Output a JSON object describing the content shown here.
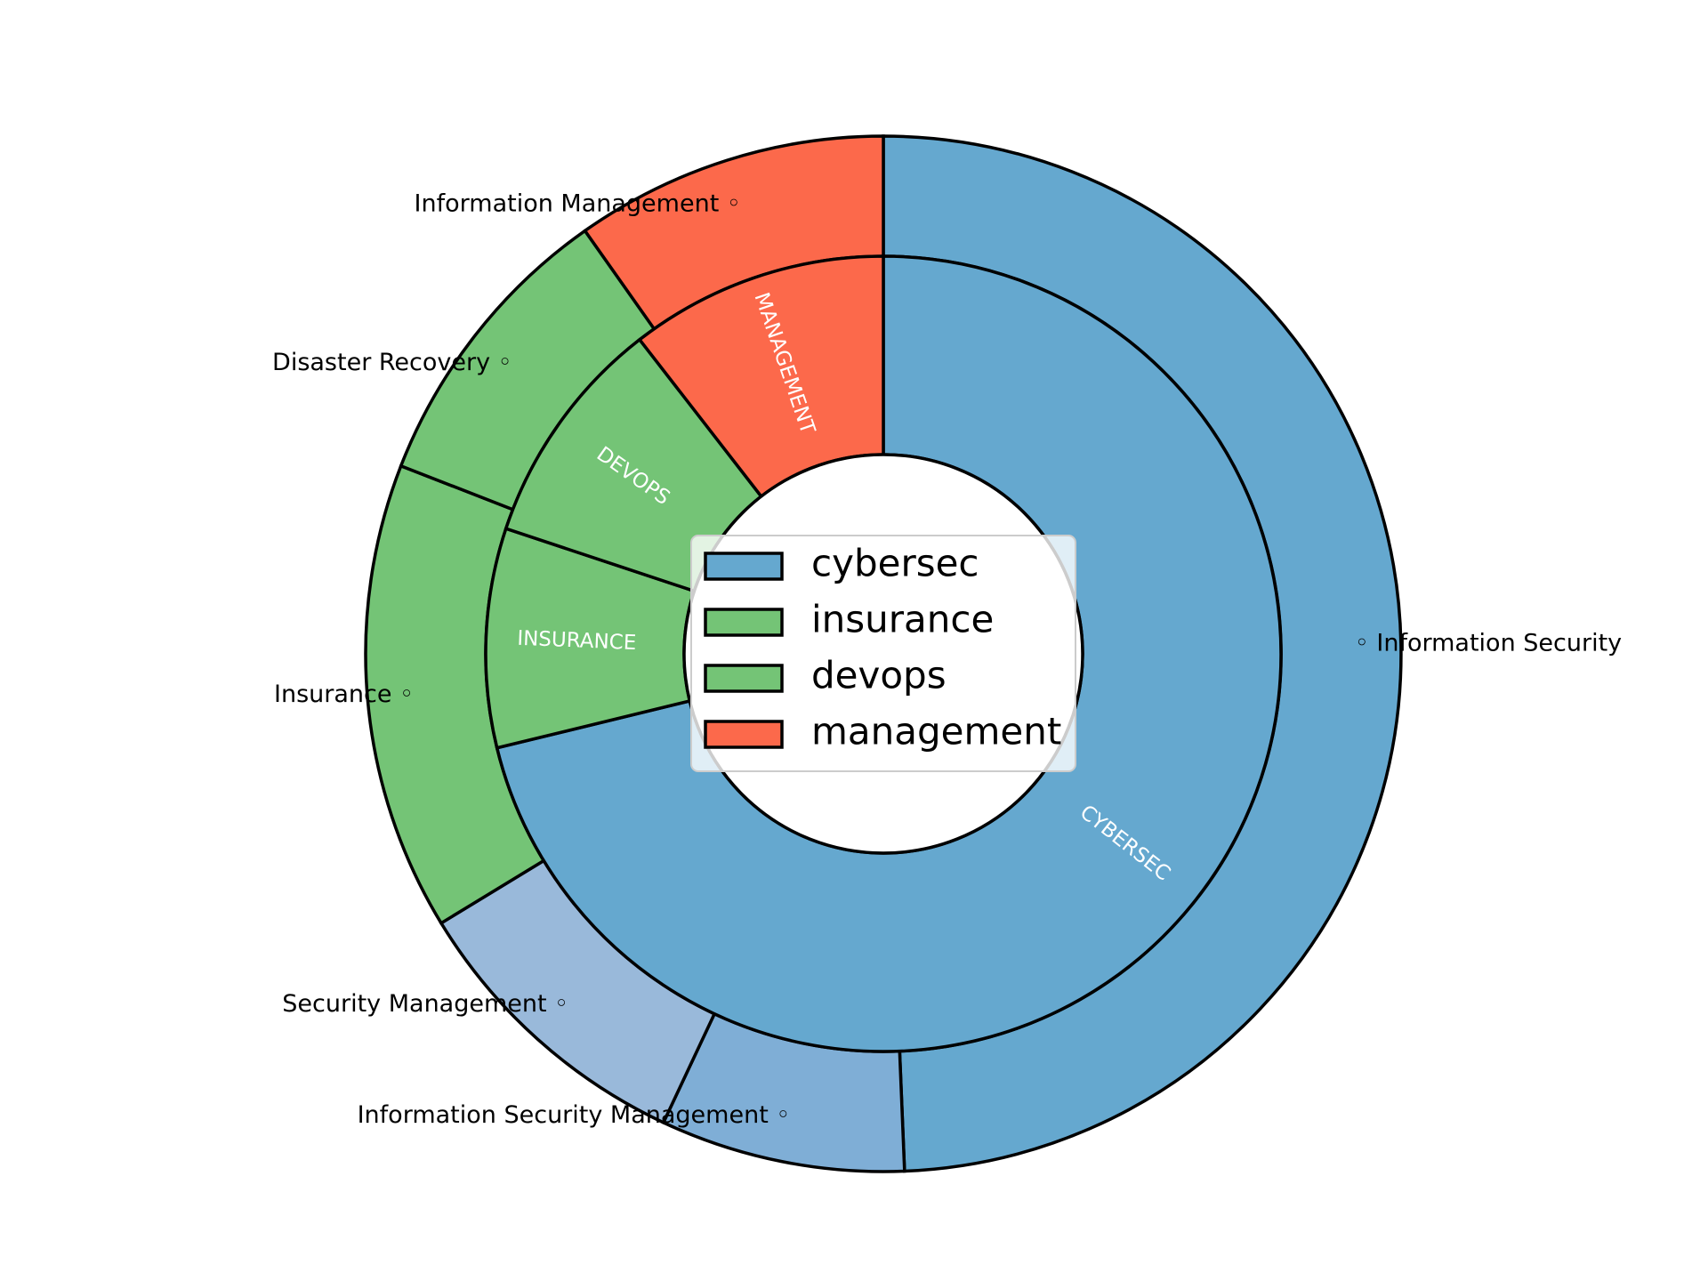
{
  "chart_data": {
    "type": "pie",
    "variant": "nested-donut",
    "start_angle_deg": 90,
    "direction": "clockwise",
    "inner_ring": {
      "name": "domains",
      "slices": [
        {
          "key": "cybersec",
          "label": "CYBERSEC",
          "value": 0.712,
          "color": "#65a8cf"
        },
        {
          "key": "insurance",
          "label": "INSURANCE",
          "value": 0.089,
          "color": "#74c476"
        },
        {
          "key": "devops",
          "label": "DEVOPS",
          "value": 0.094,
          "color": "#74c476"
        },
        {
          "key": "management",
          "label": "MANAGEMENT",
          "value": 0.105,
          "color": "#fc694b"
        }
      ]
    },
    "outer_ring": {
      "name": "topics",
      "slices": [
        {
          "label": "Information Security",
          "value": 0.53,
          "color": "#65a8cf"
        },
        {
          "label": "Information Security Management",
          "value": 0.082,
          "color": "#7faed6"
        },
        {
          "label": "Security Management",
          "value": 0.1,
          "color": "#99b9da"
        },
        {
          "label": "Insurance",
          "value": 0.157,
          "color": "#74c476"
        },
        {
          "label": "Disaster Recovery",
          "value": 0.1,
          "color": "#74c476"
        },
        {
          "label": "Information Management",
          "value": 0.105,
          "color": "#fc694b"
        }
      ]
    },
    "legend": {
      "placement": "center",
      "entries": [
        {
          "label": "cybersec",
          "color": "#65a8cf"
        },
        {
          "label": "insurance",
          "color": "#74c476"
        },
        {
          "label": "devops",
          "color": "#74c476"
        },
        {
          "label": "management",
          "color": "#fc694b"
        }
      ]
    },
    "edge_color": "#000000",
    "background": "#ffffff"
  }
}
